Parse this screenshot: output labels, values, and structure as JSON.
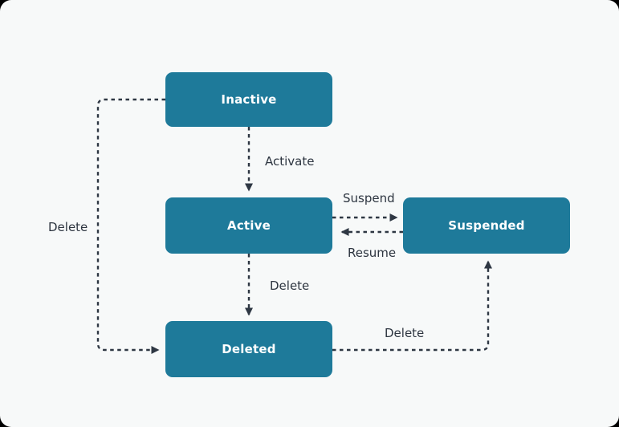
{
  "diagram": {
    "type": "state-transition-diagram",
    "colors": {
      "background": "#f7f9f9",
      "state_fill": "#1e7a9a",
      "state_text": "#ffffff",
      "edge": "#2e3743",
      "label_text": "#2d3540"
    },
    "states": [
      {
        "id": "inactive",
        "label": "Inactive"
      },
      {
        "id": "active",
        "label": "Active"
      },
      {
        "id": "suspended",
        "label": "Suspended"
      },
      {
        "id": "deleted",
        "label": "Deleted"
      }
    ],
    "transitions": [
      {
        "from": "Inactive",
        "to": "Active",
        "label": "Activate"
      },
      {
        "from": "Active",
        "to": "Suspended",
        "label": "Suspend"
      },
      {
        "from": "Suspended",
        "to": "Active",
        "label": "Resume"
      },
      {
        "from": "Active",
        "to": "Deleted",
        "label": "Delete"
      },
      {
        "from": "Inactive",
        "to": "Deleted",
        "label": "Delete"
      },
      {
        "from": "Deleted",
        "to": "Suspended",
        "label": "Delete"
      }
    ]
  }
}
